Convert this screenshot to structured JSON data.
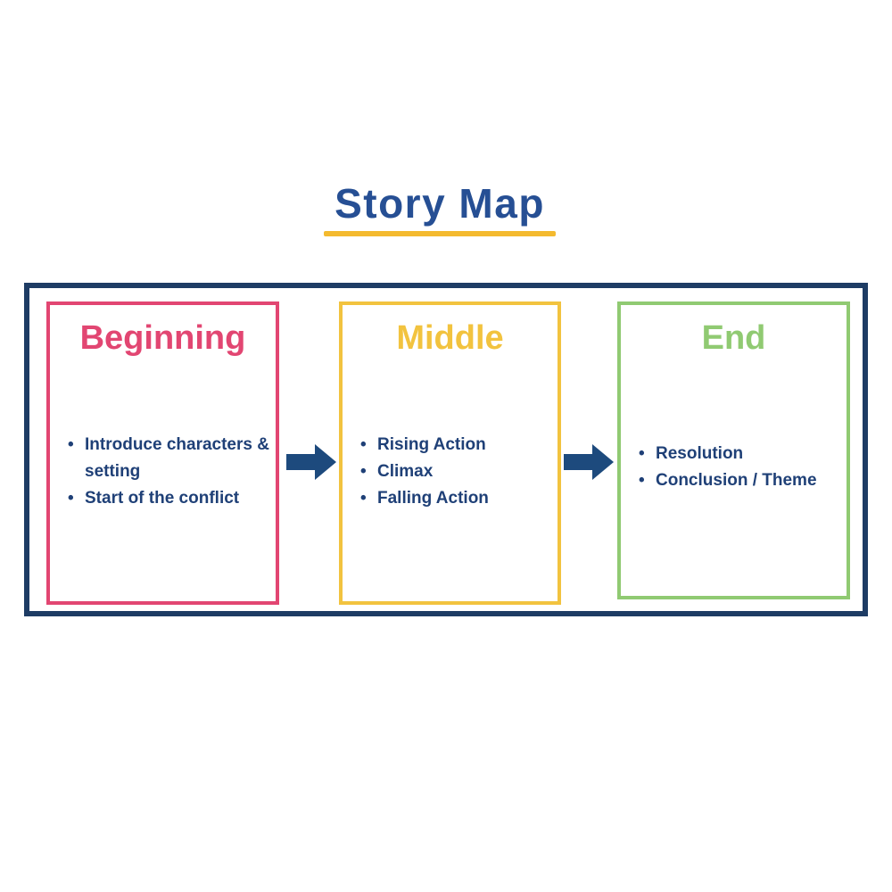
{
  "title": "Story Map",
  "bullet_glyph": "•",
  "colors": {
    "title_text": "#264f94",
    "title_underline": "#f4ba2f",
    "outer_border": "#1e3c64",
    "body_text": "#1f4077",
    "arrow": "#1d4a7d"
  },
  "boxes": [
    {
      "id": "beginning",
      "heading": "Beginning",
      "border_color": "#e24672",
      "heading_color": "#e24672",
      "bullets": [
        "Introduce characters & setting",
        "Start of the conflict"
      ]
    },
    {
      "id": "middle",
      "heading": "Middle",
      "border_color": "#f2c33f",
      "heading_color": "#f2c33f",
      "bullets": [
        "Rising Action",
        "Climax",
        "Falling Action"
      ]
    },
    {
      "id": "end",
      "heading": "End",
      "border_color": "#90ca72",
      "heading_color": "#90ca72",
      "bullets": [
        "Resolution",
        "Conclusion / Theme"
      ]
    }
  ]
}
